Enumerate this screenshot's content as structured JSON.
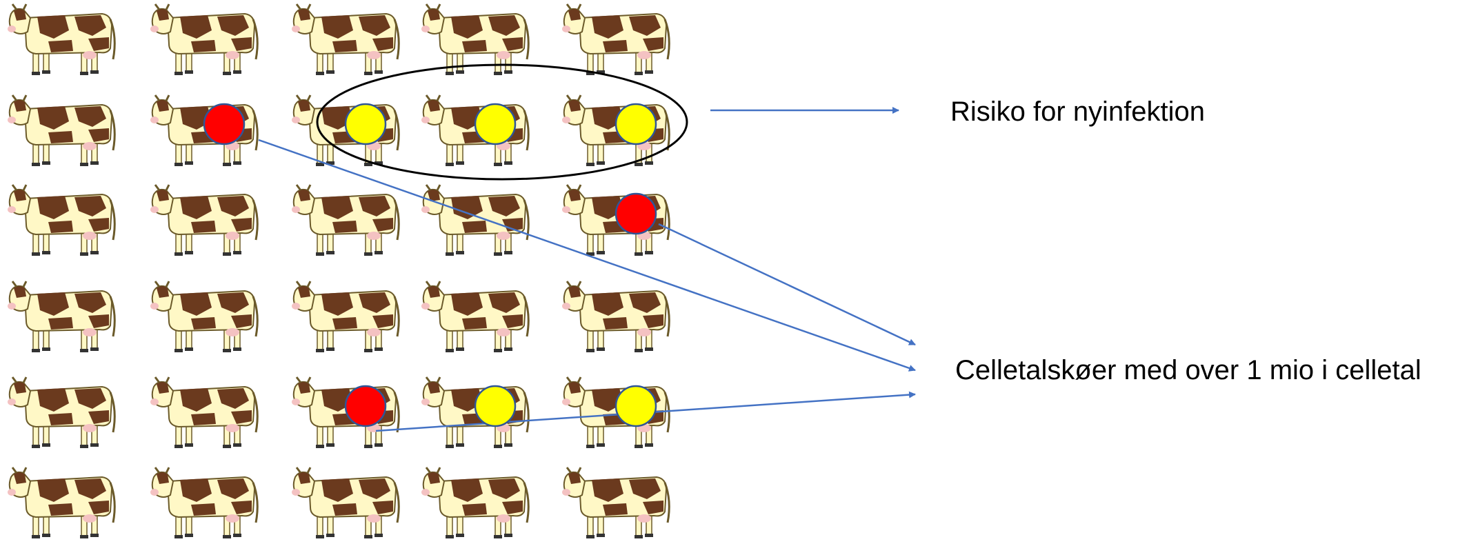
{
  "labels": {
    "new_infection_risk": "Risiko for nyinfektion",
    "high_cell_count": "Celletalskøer med over 1 mio i celletal"
  },
  "herd": {
    "rows": 6,
    "columns": 5,
    "cows_total": 30,
    "markers": [
      {
        "row": 1,
        "col": 1,
        "status": "high-cell-count"
      },
      {
        "row": 1,
        "col": 2,
        "status": "infection-risk"
      },
      {
        "row": 1,
        "col": 3,
        "status": "infection-risk"
      },
      {
        "row": 1,
        "col": 4,
        "status": "infection-risk"
      },
      {
        "row": 2,
        "col": 4,
        "status": "high-cell-count"
      },
      {
        "row": 4,
        "col": 2,
        "status": "high-cell-count"
      },
      {
        "row": 4,
        "col": 3,
        "status": "infection-risk"
      },
      {
        "row": 4,
        "col": 4,
        "status": "infection-risk"
      }
    ]
  },
  "colors": {
    "high_cell_count": "#ff0000",
    "infection_risk": "#ffff00",
    "marker_stroke": "#2f5597",
    "arrow": "#4472c4",
    "cow_body": "#fff8c6",
    "cow_patch": "#6b3a1e",
    "group_ellipse": "#000000"
  },
  "icons": {
    "cow": "cow-icon",
    "high_marker": "red-dot-icon",
    "risk_marker": "yellow-dot-icon"
  }
}
